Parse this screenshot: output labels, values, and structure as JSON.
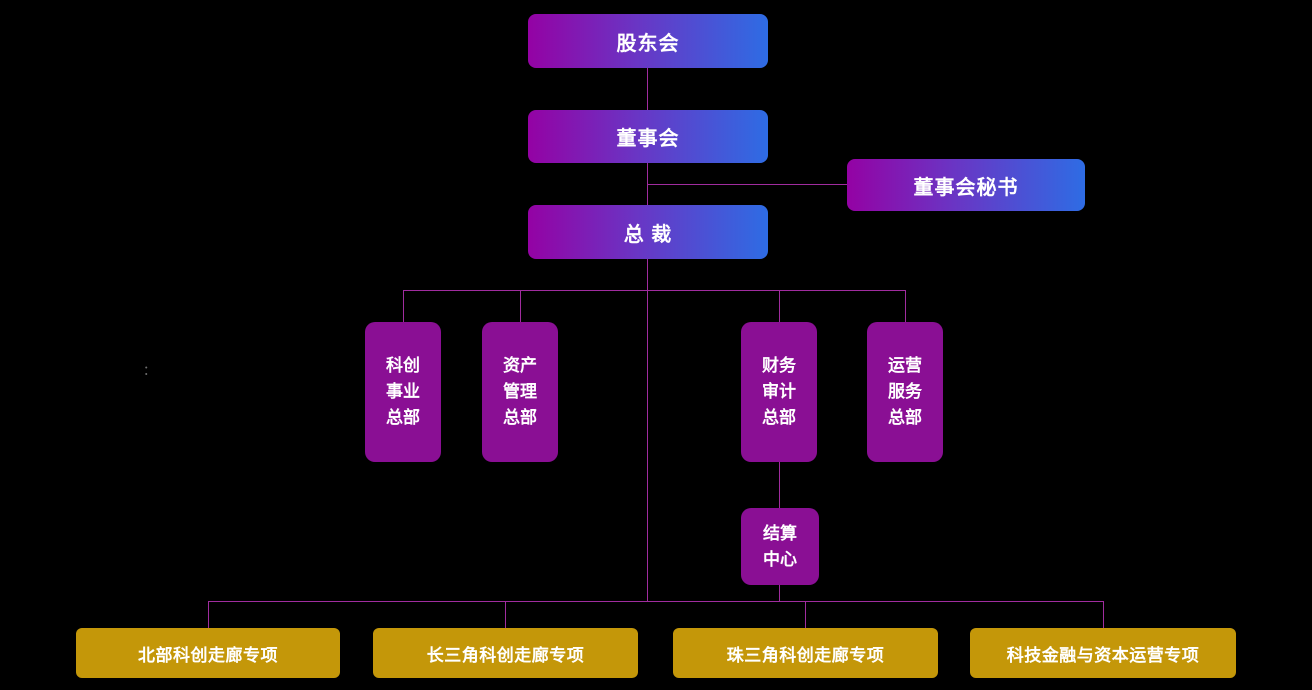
{
  "org": {
    "nodes": {
      "shareholders": "股东会",
      "board": "董事会",
      "board_secretary": "董事会秘书",
      "president": "总 裁",
      "dept_scitech": "科创\n事业\n总部",
      "dept_asset": "资产\n管理\n总部",
      "dept_finance": "财务\n审计\n总部",
      "dept_operations": "运营\n服务\n总部",
      "settlement_center": "结算\n中心",
      "project_north": "北部科创走廊专项",
      "project_yangtze": "长三角科创走廊专项",
      "project_pearl": "珠三角科创走廊专项",
      "project_fintech": "科技金融与资本运营专项"
    },
    "stray_mark": "：",
    "colors": {
      "gradient_start": "#9402A4",
      "gradient_end": "#2E6CE4",
      "department_box": "#8A0F94",
      "project_box": "#C49709",
      "connector_line": "#A02C9E",
      "background": "#000000",
      "text": "#FFFFFF"
    },
    "structure": {
      "type": "org-chart",
      "hierarchy": [
        {
          "parent": "股东会",
          "children": [
            "董事会"
          ]
        },
        {
          "parent": "董事会",
          "children": [
            "总 裁",
            "董事会秘书"
          ]
        },
        {
          "parent": "总 裁",
          "children": [
            "科创事业总部",
            "资产管理总部",
            "财务审计总部",
            "运营服务总部",
            "北部科创走廊专项",
            "长三角科创走廊专项",
            "珠三角科创走廊专项",
            "科技金融与资本运营专项"
          ]
        },
        {
          "parent": "财务审计总部",
          "children": [
            "结算中心"
          ]
        }
      ]
    }
  }
}
